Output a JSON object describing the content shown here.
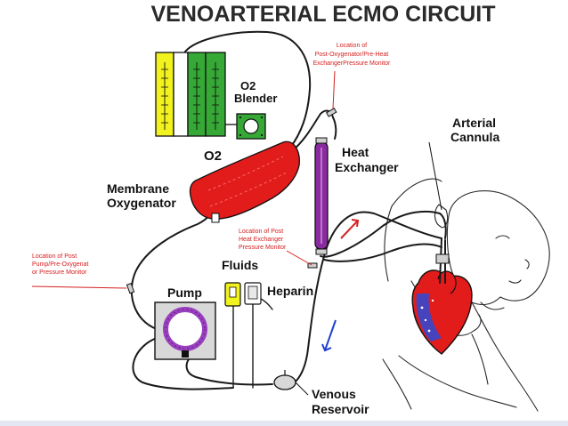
{
  "title": "VENOARTERIAL ECMO CIRCUIT",
  "labels": {
    "o2_blender_line1": "O2",
    "o2_blender_line2": "Blender",
    "o2_gas": "O2",
    "membrane_line1": "Membrane",
    "membrane_line2": "Oxygenator",
    "heat_line1": "Heat",
    "heat_line2": "Exchanger",
    "arterial_line1": "Arterial",
    "arterial_line2": "Cannula",
    "fluids": "Fluids",
    "heparin": "Heparin",
    "pump": "Pump",
    "venous_line1": "Venous",
    "venous_line2": "Reservoir"
  },
  "notes": {
    "post_oxygenator": [
      "Location of",
      "Post-Oxygenator/Pre-Heat",
      "ExchangerPressure Monitor"
    ],
    "post_heat": [
      "Location of Post",
      "Heat Exchanger",
      "Pressure Monitor"
    ],
    "post_pump": [
      "Location of Post",
      "Pump/Pre-Oxygenat",
      "or Pressure Monitor"
    ]
  },
  "colors": {
    "annotation": "#d42020",
    "blood": "#e21b1b",
    "flowmeter_yellow": "#f2f21e",
    "flowmeter_green": "#35a836",
    "heat_exchanger": "#8a2aa0",
    "pump_ring": "#9a3fbf",
    "venous_arrow": "#1f3fd0",
    "arterial_arrow": "#d42020"
  }
}
